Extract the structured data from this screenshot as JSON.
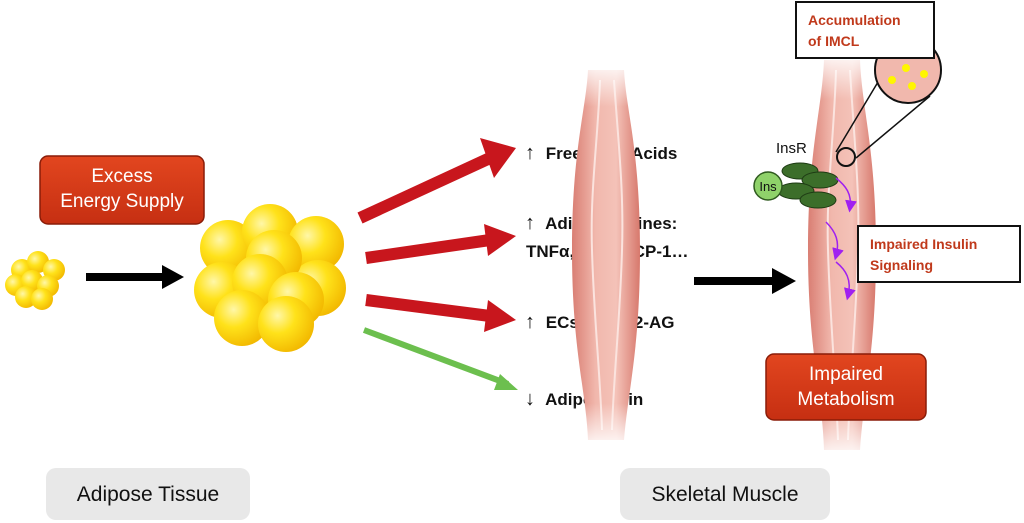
{
  "excess_box": {
    "line1": "Excess",
    "line2": "Energy Supply"
  },
  "factors": [
    {
      "arrow": "↑",
      "text": "Free Fatty Acids"
    },
    {
      "arrow": "↑",
      "text": "Adipocytokines:",
      "text2": "TNFα, IL-6, MCP-1…"
    },
    {
      "arrow": "↑",
      "text": "ECs: AEA, 2-AG"
    },
    {
      "arrow": "↓",
      "text": "Adiponectin"
    }
  ],
  "imcl_box": {
    "line1": "Accumulation",
    "line2": "of IMCL"
  },
  "insr_label": "InsR",
  "ins_label": "Ins",
  "impaired_signaling": {
    "line1": "Impaired Insulin",
    "line2": "Signaling"
  },
  "impaired_metabolism": {
    "line1": "Impaired",
    "line2": "Metabolism"
  },
  "bottom_labels": {
    "adipose": "Adipose Tissue",
    "muscle": "Skeletal Muscle"
  },
  "colors": {
    "red_box": "#d23a1a",
    "red_arrow": "#c8161d",
    "green_arrow": "#6cbf4e",
    "fat_yellow": "#ffd700",
    "muscle": "#e9a49a",
    "gray_box": "#e8e8e8",
    "red_text": "#c0391b",
    "purple_arrow": "#a020f0",
    "receptor_green": "#3c6e2a"
  }
}
